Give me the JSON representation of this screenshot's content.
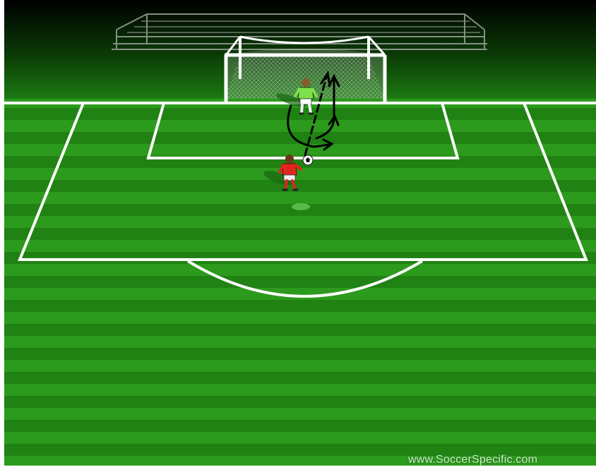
{
  "scene": {
    "description_type": "soccer-drill-diagram",
    "colors": {
      "grass_light": "#2e9a1e",
      "grass_dark": "#1f7a12",
      "sky_top": "#000000",
      "lines": "#ffffff",
      "attacker_shirt": "#e0261c",
      "keeper_shirt": "#7ee04a",
      "arrow": "#000000"
    },
    "players": [
      {
        "role": "goalkeeper",
        "icon": "goalkeeper-icon"
      },
      {
        "role": "attacker",
        "icon": "attacker-icon"
      }
    ],
    "ball_icon": "soccer-ball-icon"
  },
  "watermark": "www.SoccerSpecific.com"
}
